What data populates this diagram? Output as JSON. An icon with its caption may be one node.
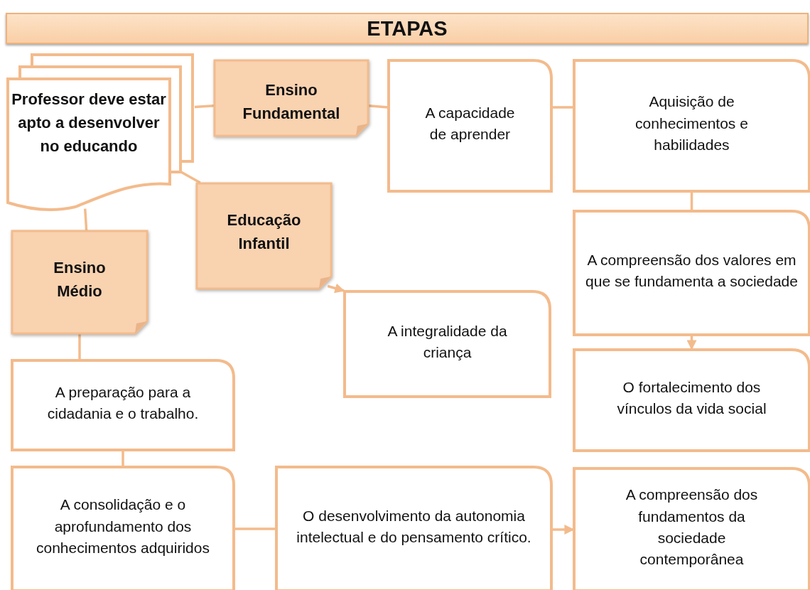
{
  "diagram": {
    "title": "ETAPAS",
    "nodes": [
      {
        "text": [
          "Professor deve estar apto a desenvolver no educando"
        ]
      },
      {
        "text": [
          "Ensino Fundamental"
        ]
      },
      {
        "text": [
          "Educação Infantil"
        ]
      },
      {
        "text": [
          "Ensino Médio"
        ]
      },
      {
        "text": [
          "A capacidade de aprender"
        ]
      },
      {
        "text": [
          "Aquisição de conhecimentos e habilidades"
        ]
      },
      {
        "text": [
          "A compreensão dos valores em que se fundamenta a sociedade"
        ]
      },
      {
        "text": [
          "O fortalecimento dos vínculos da vida social"
        ]
      },
      {
        "text": [
          "A integralidade da criança"
        ]
      },
      {
        "text": [
          "A preparação para a cidadania e o trabalho."
        ]
      },
      {
        "text": [
          "A consolidação e o aprofundamento dos conhecimentos adquiridos"
        ]
      },
      {
        "text": [
          "O desenvolvimento da autonomia intelectual e do pensamento crítico."
        ]
      },
      {
        "text": [
          "A compreensão dos fundamentos da sociedade contemporânea"
        ]
      }
    ],
    "edges": [
      {
        "from": 0,
        "to": 1,
        "arrow": "none"
      },
      {
        "from": 1,
        "to": 4,
        "arrow": "none"
      },
      {
        "from": 4,
        "to": 5,
        "arrow": "none"
      },
      {
        "from": 5,
        "to": 6,
        "arrow": "none"
      },
      {
        "from": 6,
        "to": 7,
        "arrow": "to"
      },
      {
        "from": 0,
        "to": 2,
        "arrow": "none"
      },
      {
        "from": 2,
        "to": 8,
        "arrow": "to"
      },
      {
        "from": 0,
        "to": 3,
        "arrow": "none"
      },
      {
        "from": 3,
        "to": 9,
        "arrow": "none"
      },
      {
        "from": 9,
        "to": 10,
        "arrow": "none"
      },
      {
        "from": 10,
        "to": 11,
        "arrow": "none"
      },
      {
        "from": 11,
        "to": 12,
        "arrow": "to"
      }
    ]
  }
}
